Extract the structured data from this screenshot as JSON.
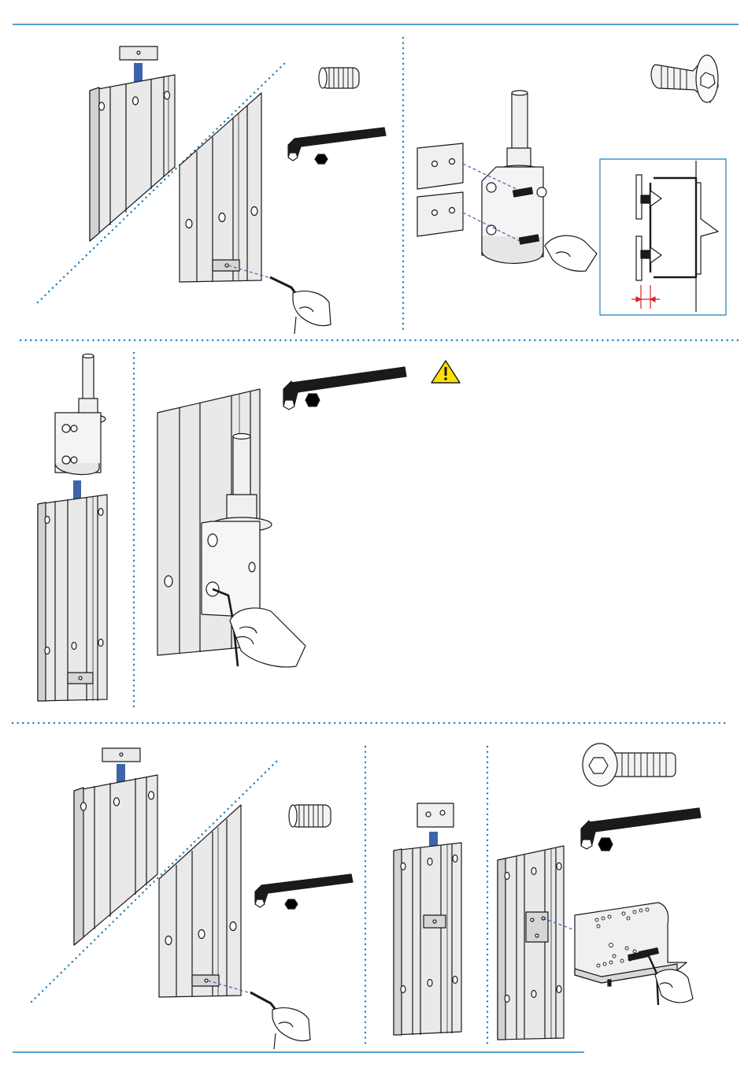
{
  "page": {
    "kind": "assembly-instruction-sheet",
    "colors": {
      "rule": "#1d7fc1",
      "dots": "#1d7fc1",
      "arrow": "#3d63ad",
      "warning_fill": "#ffe000",
      "measure": "#d8232a",
      "rail_face": "#eaeaea",
      "rail_shade": "#c9c9c9",
      "line": "#1a1a1a"
    }
  },
  "steps": [
    {
      "id": "step-1",
      "icons": [
        "grub-screw-icon",
        "allen-key-icon",
        "hex-socket-icon"
      ],
      "parts": [
        "insert-plate",
        "profile-rail",
        "hand"
      ]
    },
    {
      "id": "step-2",
      "icons": [
        "countersunk-screw-icon"
      ],
      "parts": [
        "mounting-plate-top",
        "mounting-plate-bottom",
        "hinge-pin-bracket",
        "hand",
        "detail-inset"
      ]
    },
    {
      "id": "step-3",
      "icons": [
        "allen-key-icon",
        "hex-socket-icon",
        "warning-icon"
      ],
      "parts": [
        "hinge-pin-bracket",
        "profile-rail",
        "hand"
      ]
    },
    {
      "id": "step-4",
      "icons": [
        "grub-screw-icon",
        "allen-key-icon",
        "hex-socket-icon"
      ],
      "parts": [
        "insert-plate",
        "profile-rail",
        "hand"
      ]
    },
    {
      "id": "step-5",
      "icons": [],
      "parts": [
        "two-hole-plate",
        "profile-rail"
      ]
    },
    {
      "id": "step-6",
      "icons": [
        "button-head-screw-icon",
        "allen-key-icon",
        "hex-socket-icon"
      ],
      "parts": [
        "profile-rail",
        "shelf-bracket",
        "hand"
      ]
    }
  ]
}
